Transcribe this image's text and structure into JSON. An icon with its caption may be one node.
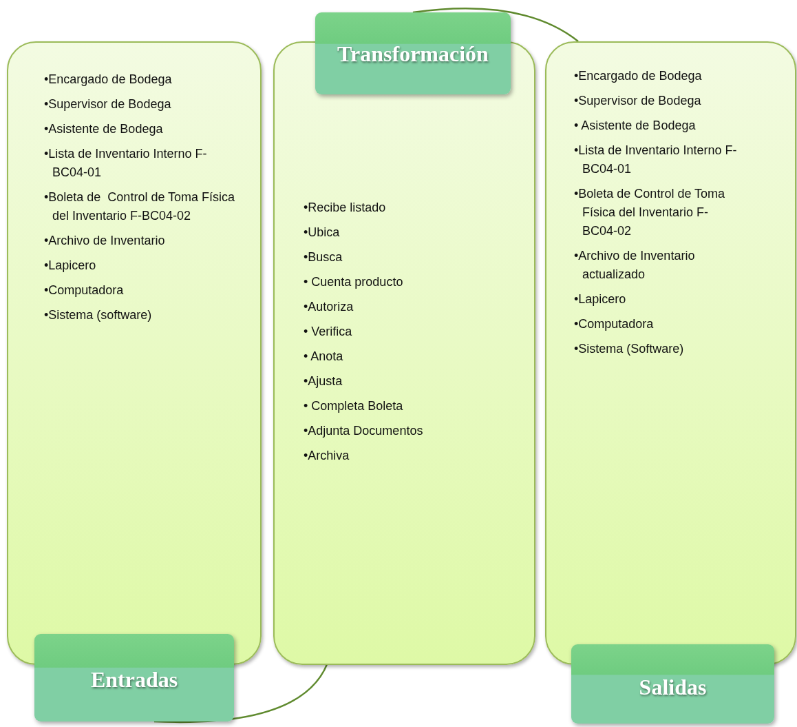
{
  "diagram": {
    "nodes": [
      {
        "text": [
          "•Encargado de Bodega",
          "•Supervisor de Bodega",
          "•Asistente de Bodega",
          "•Lista de Inventario Interno F-BC04-01",
          "•Boleta de  Control de Toma Física del Inventario F-BC04-02",
          "•Archivo de Inventario",
          "•Lapicero",
          "•Computadora",
          "•Sistema (software)"
        ]
      },
      {
        "text": [
          "Entradas"
        ]
      },
      {
        "text": [
          "•Recibe listado",
          "•Ubica",
          "•Busca",
          "• Cuenta producto",
          "•Autoriza",
          "• Verifica",
          "• Anota",
          "•Ajusta",
          "• Completa Boleta",
          "•Adjunta Documentos",
          "•Archiva"
        ]
      },
      {
        "text": [
          "Transformación"
        ]
      },
      {
        "text": [
          "•Encargado de Bodega",
          "•Supervisor de Bodega",
          "• Asistente de Bodega",
          "•Lista de Inventario Interno F-BC04-01",
          "•Boleta de Control de Toma Física del Inventario F-BC04-02",
          "•Archivo de Inventario actualizado",
          "•Lapicero",
          "•Computadora",
          "•Sistema (Software)"
        ]
      },
      {
        "text": [
          "Salidas"
        ]
      }
    ],
    "edges": [
      {
        "from": 1,
        "to": 2,
        "arrow": "none"
      },
      {
        "from": 3,
        "to": 4,
        "arrow": "none"
      }
    ]
  }
}
